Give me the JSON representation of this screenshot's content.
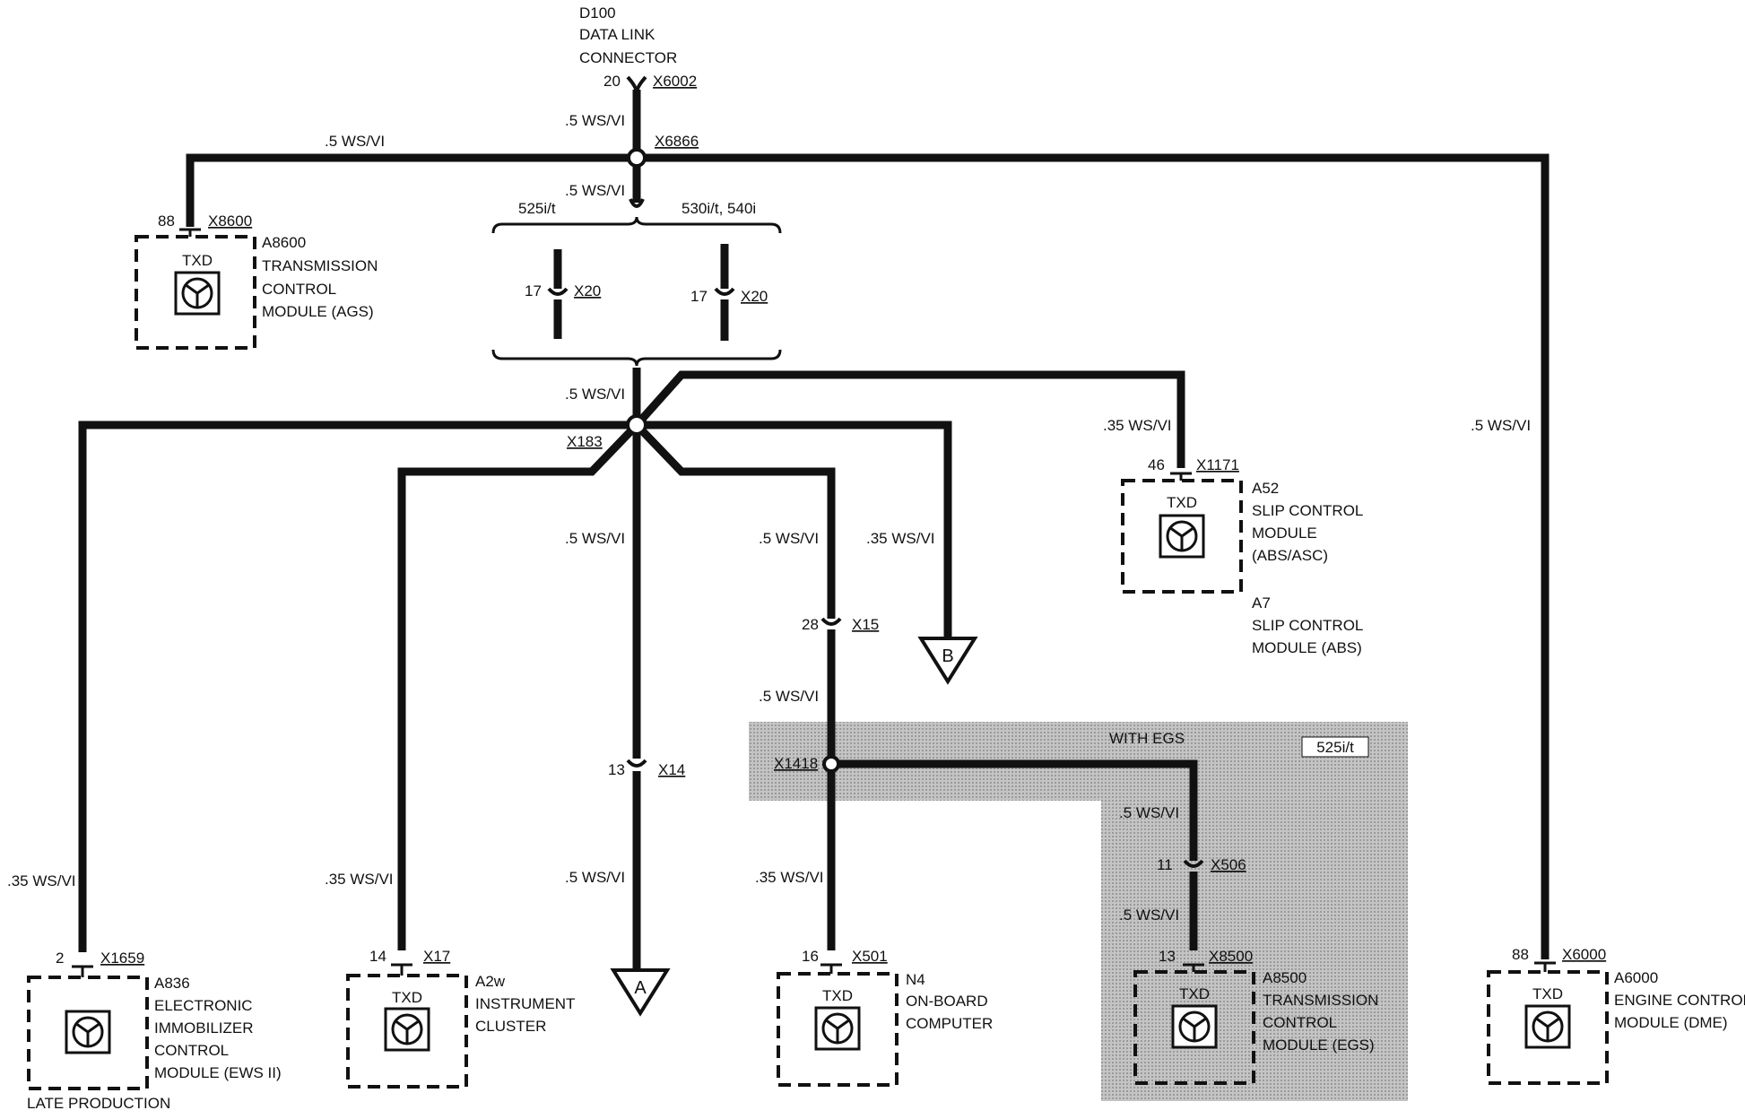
{
  "colors": {
    "wire": "#111111",
    "shade": "#b8b8b8",
    "background": "#ffffff"
  },
  "wire_labels": {
    "d100_vertical": ".5 WS/VI",
    "top_bus_left": ".5 WS/VI",
    "below_x6866": ".5 WS/VI",
    "above_x183": ".5 WS/VI",
    "a7_branch": ".35 WS/VI",
    "a6000_branch": ".5 WS/VI",
    "a836_branch": ".35 WS/VI",
    "a2w_branch": ".35 WS/VI",
    "to_x14": ".5 WS/VI",
    "below_x14": ".5 WS/VI",
    "to_x15": ".5 WS/VI",
    "below_x15": ".5 WS/VI",
    "to_b": ".35 WS/VI",
    "below_x1418": ".35 WS/VI",
    "egs_upper": ".5 WS/VI",
    "egs_lower": ".5 WS/VI"
  },
  "d100": {
    "id": "D100",
    "name_line1": "DATA LINK",
    "name_line2": "CONNECTOR",
    "pin": "20",
    "connector": "X6002"
  },
  "splices": {
    "x6866": "X6866",
    "x183": "X183",
    "x1418": "X1418"
  },
  "variant_block": {
    "left_label": "525i/t",
    "right_label": "530i/t, 540i",
    "left_pin": "17",
    "left_connector": "X20",
    "right_pin": "17",
    "right_connector": "X20"
  },
  "inline_connectors": {
    "x14": {
      "pin": "13",
      "name": "X14"
    },
    "x15": {
      "pin": "28",
      "name": "X15"
    },
    "x506": {
      "pin": "11",
      "name": "X506"
    }
  },
  "shaded_region": {
    "condition": "WITH EGS",
    "variant": "525i/t"
  },
  "modules": {
    "a8600": {
      "pin": "88",
      "connector": "X8600",
      "signal": "TXD",
      "id": "A8600",
      "line1": "TRANSMISSION",
      "line2": "CONTROL",
      "line3": "MODULE (AGS)"
    },
    "a52": {
      "pin": "46",
      "connector": "X1171",
      "signal": "TXD",
      "id": "A52",
      "line1": "SLIP CONTROL",
      "line2": "MODULE",
      "line3": "(ABS/ASC)",
      "alt_id": "A7",
      "alt_line1": "SLIP CONTROL",
      "alt_line2": "MODULE (ABS)"
    },
    "a836": {
      "pin": "2",
      "connector": "X1659",
      "id": "A836",
      "line1": "ELECTRONIC",
      "line2": "IMMOBILIZER",
      "line3": "CONTROL",
      "line4": "MODULE (EWS II)",
      "note": "LATE PRODUCTION"
    },
    "a2w": {
      "pin": "14",
      "connector": "X17",
      "signal": "TXD",
      "id": "A2w",
      "line1": "INSTRUMENT",
      "line2": "CLUSTER"
    },
    "n4": {
      "pin": "16",
      "connector": "X501",
      "signal": "TXD",
      "id": "N4",
      "line1": "ON-BOARD",
      "line2": "COMPUTER"
    },
    "a8500": {
      "pin": "13",
      "connector": "X8500",
      "signal": "TXD",
      "id": "A8500",
      "line1": "TRANSMISSION",
      "line2": "CONTROL",
      "line3": "MODULE (EGS)"
    },
    "a6000": {
      "pin": "88",
      "connector": "X6000",
      "signal": "TXD",
      "id": "A6000",
      "line1": "ENGINE CONTROL",
      "line2": "MODULE (DME)"
    }
  },
  "offpage": {
    "a": "A",
    "b": "B"
  }
}
